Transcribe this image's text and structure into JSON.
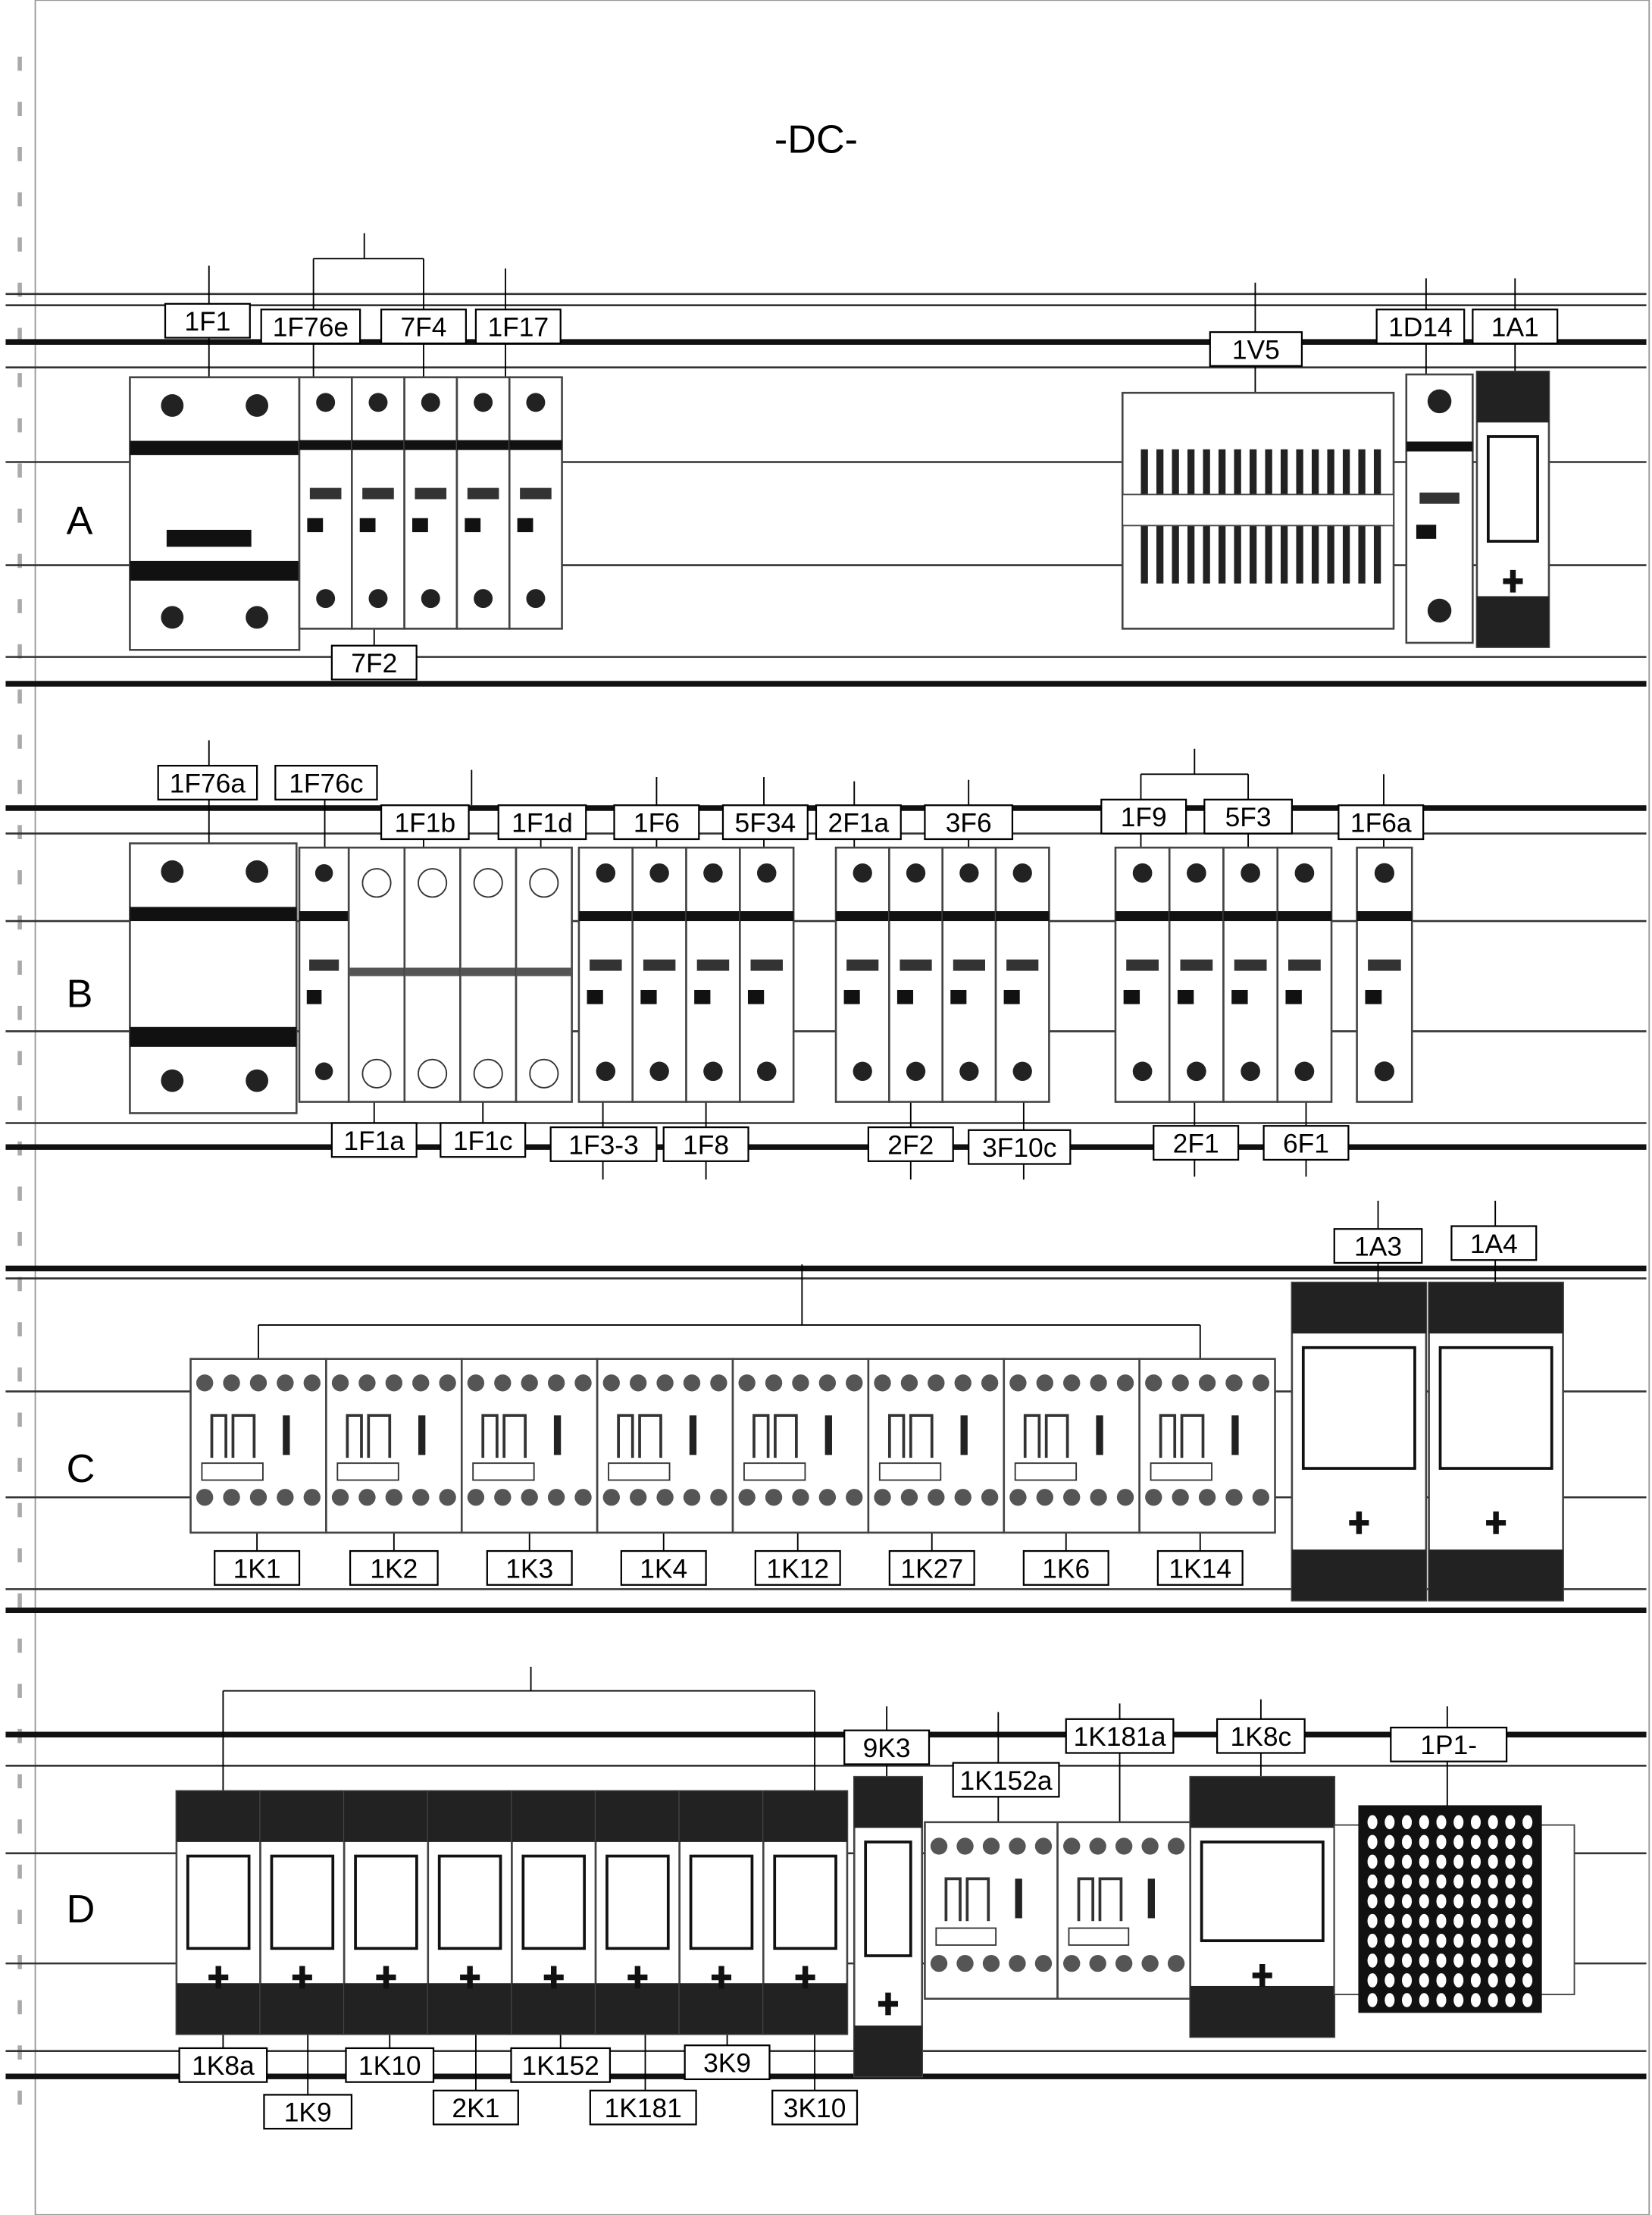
{
  "title": "-DC-",
  "rows": [
    {
      "letter": "A"
    },
    {
      "letter": "B"
    },
    {
      "letter": "C"
    },
    {
      "letter": "D"
    }
  ],
  "labels": {
    "A": [
      "1F1",
      "1F76e",
      "7F4",
      "1F17",
      "7F2",
      "1V5",
      "1D14",
      "1A1"
    ],
    "B": [
      "1F76a",
      "1F76c",
      "1F1b",
      "1F1d",
      "1F6",
      "5F34",
      "2F1a",
      "3F6",
      "1F9",
      "5F3",
      "1F6a",
      "1F1a",
      "1F1c",
      "1F3-3",
      "1F8",
      "2F2",
      "3F10c",
      "2F1",
      "6F1"
    ],
    "C": [
      "1A3",
      "1A4",
      "1K1",
      "1K2",
      "1K3",
      "1K4",
      "1K12",
      "1K27",
      "1K6",
      "1K14"
    ],
    "D": [
      "9K3",
      "1K152a",
      "1K181a",
      "1K8c",
      "1P1-",
      "1K8a",
      "1K9",
      "1K10",
      "2K1",
      "1K152",
      "1K181",
      "3K9",
      "3K10"
    ]
  }
}
